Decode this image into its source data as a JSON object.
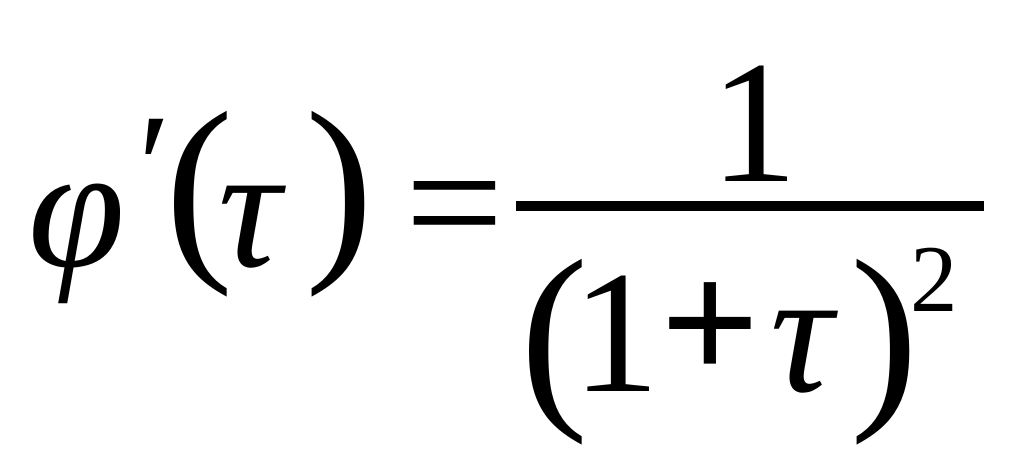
{
  "formula": {
    "lhs": {
      "function_symbol": "φ",
      "prime": "′",
      "open_paren": "(",
      "argument": "τ",
      "close_paren": ")"
    },
    "equals": "=",
    "rhs": {
      "numerator": "1",
      "denominator": {
        "open_paren": "(",
        "one": "1",
        "plus": "+",
        "argument": "τ",
        "close_paren": ")",
        "exponent": "2"
      }
    }
  }
}
